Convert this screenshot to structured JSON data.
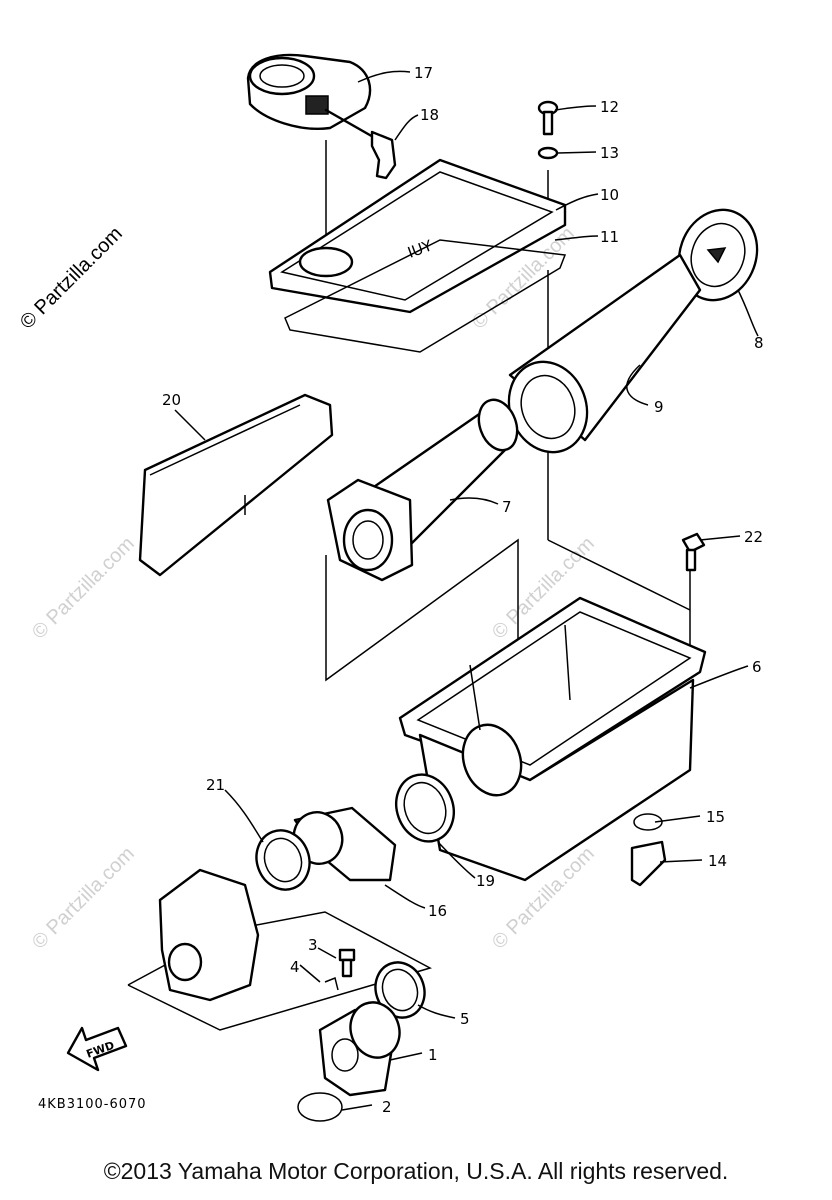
{
  "watermark_main": "© Partzilla.com",
  "watermark_faint": "© Partzilla.com",
  "diagram_code": "4KB3100-6070",
  "fwd_label": "FWD",
  "box_mark": "IUY",
  "callouts": {
    "p1": "1",
    "p2": "2",
    "p3": "3",
    "p4": "4",
    "p5": "5",
    "p6": "6",
    "p7": "7",
    "p8": "8",
    "p9": "9",
    "p10": "10",
    "p11": "11",
    "p12": "12",
    "p13": "13",
    "p14": "14",
    "p15": "15",
    "p16": "16",
    "p17": "17",
    "p18": "18",
    "p19": "19",
    "p20": "20",
    "p21": "21",
    "p22": "22"
  },
  "copyright": "©2013 Yamaha Motor Corporation, U.S.A. All rights reserved."
}
